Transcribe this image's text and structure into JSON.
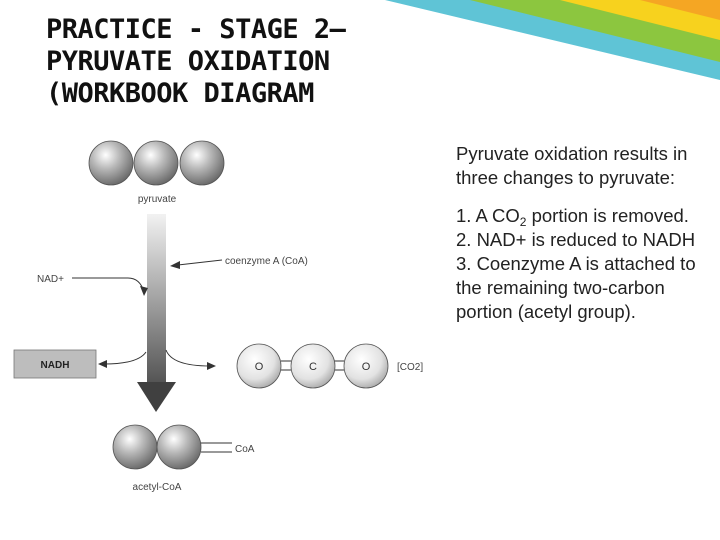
{
  "slide": {
    "title_lines": [
      "PRACTICE - STAGE 2—",
      "PYRUVATE OXIDATION",
      "(WORKBOOK DIAGRAM"
    ]
  },
  "diagram": {
    "pyruvate_label": "pyruvate",
    "nad_plus_label": "NAD+",
    "coenzyme_a_label": "coenzyme A (CoA)",
    "nadh_label": "NADH",
    "co2_atoms": [
      "O",
      "C",
      "O"
    ],
    "co2_label": "[CO2]",
    "coa_label": "CoA",
    "acetyl_coa_label": "acetyl-CoA"
  },
  "body": {
    "intro_line1": "Pyruvate oxidation results in",
    "intro_line2": "three changes to pyruvate:",
    "item1_pre": "1. A CO",
    "item1_sub": "2",
    "item1_post": " portion is removed.",
    "item2": "2. NAD+ is reduced to NADH",
    "item3_line1": "3. Coenzyme A is attached to",
    "item3_line2": "the remaining two-carbon",
    "item3_line3": "portion (acetyl group)."
  },
  "colors": {
    "stripe_teal": "#5fc4d6",
    "stripe_green": "#8cc63f",
    "stripe_yellow": "#f7d21e",
    "stripe_orange": "#f5a623",
    "nadh_box": "#bdbdbd",
    "arrow_dark": "#404040"
  }
}
